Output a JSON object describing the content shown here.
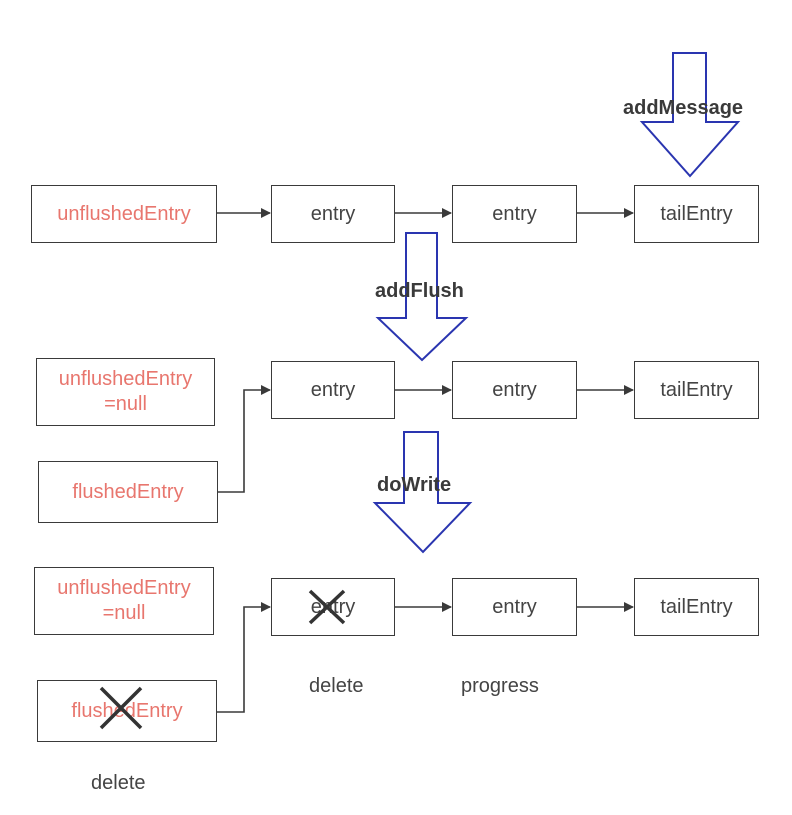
{
  "colors": {
    "pointer": "#e8766e",
    "entry": "#444444",
    "border": "#3a3a3a",
    "op_arrow": "#2a35b0"
  },
  "ops": {
    "add_message": "addMessage",
    "add_flush": "addFlush",
    "do_write": "doWrite"
  },
  "row1": {
    "unflushed": "unflushedEntry",
    "entry1": "entry",
    "entry2": "entry",
    "tail": "tailEntry"
  },
  "row2": {
    "unflushed_line1": "unflushedEntry",
    "unflushed_line2": "=null",
    "flushed": "flushedEntry",
    "entry1": "entry",
    "entry2": "entry",
    "tail": "tailEntry"
  },
  "row3": {
    "unflushed_line1": "unflushedEntry",
    "unflushed_line2": "=null",
    "flushed": "flushedEntry",
    "entry1": "entry",
    "entry2": "entry",
    "tail": "tailEntry",
    "deleted_marker_icon": "cross-icon"
  },
  "notes": {
    "entry_delete": "delete",
    "entry_progress": "progress",
    "flushed_delete": "delete"
  }
}
